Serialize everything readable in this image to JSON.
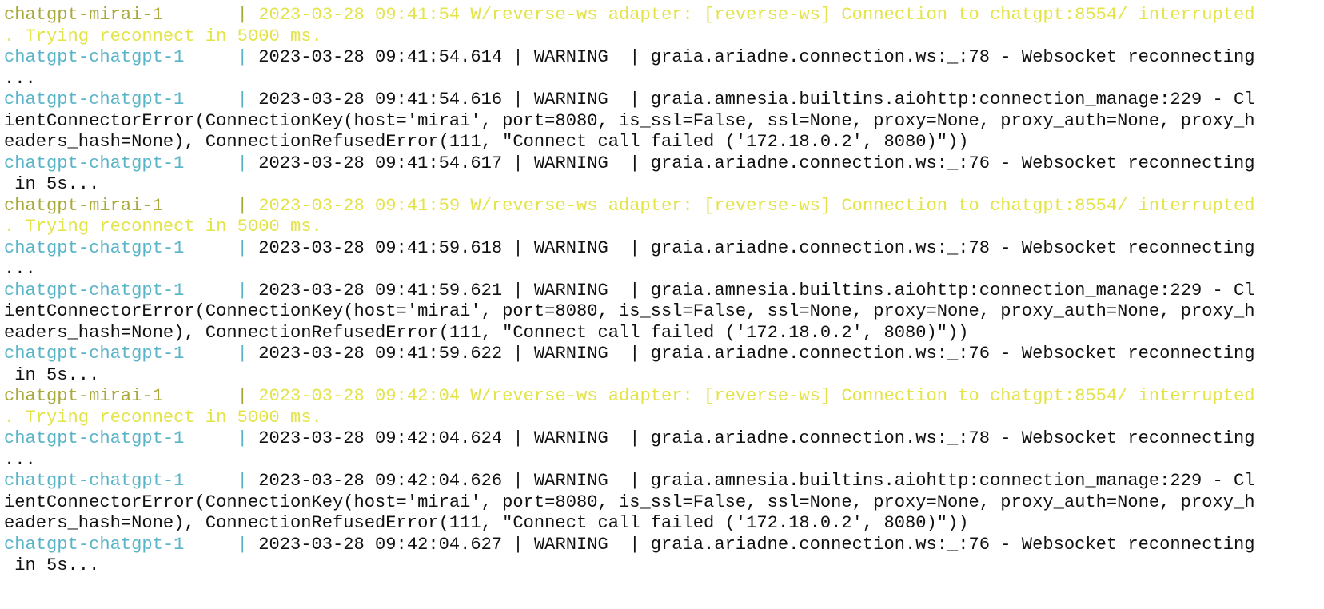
{
  "colors": {
    "background": "#ffffff",
    "text": "#111111",
    "mirai_prefix": "#a9a83a",
    "mirai_text": "#e3e34a",
    "chatgpt_prefix": "#5ab4c8"
  },
  "log": {
    "entries": [
      {
        "service": "chatgpt-mirai-1",
        "kind": "mirai",
        "lines": [
          "2023-03-28 09:41:54 W/reverse-ws adapter: [reverse-ws] Connection to chatgpt:8554/ interrupted",
          ". Trying reconnect in 5000 ms."
        ]
      },
      {
        "service": "chatgpt-chatgpt-1",
        "kind": "chatgpt",
        "lines": [
          "2023-03-28 09:41:54.614 | WARNING  | graia.ariadne.connection.ws:_:78 - Websocket reconnecting",
          "..."
        ]
      },
      {
        "service": "chatgpt-chatgpt-1",
        "kind": "chatgpt",
        "lines": [
          "2023-03-28 09:41:54.616 | WARNING  | graia.amnesia.builtins.aiohttp:connection_manage:229 - Cl",
          "ientConnectorError(ConnectionKey(host='mirai', port=8080, is_ssl=False, ssl=None, proxy=None, proxy_auth=None, proxy_h",
          "eaders_hash=None), ConnectionRefusedError(111, \"Connect call failed ('172.18.0.2', 8080)\"))"
        ]
      },
      {
        "service": "chatgpt-chatgpt-1",
        "kind": "chatgpt",
        "lines": [
          "2023-03-28 09:41:54.617 | WARNING  | graia.ariadne.connection.ws:_:76 - Websocket reconnecting",
          " in 5s..."
        ]
      },
      {
        "service": "chatgpt-mirai-1",
        "kind": "mirai",
        "lines": [
          "2023-03-28 09:41:59 W/reverse-ws adapter: [reverse-ws] Connection to chatgpt:8554/ interrupted",
          ". Trying reconnect in 5000 ms."
        ]
      },
      {
        "service": "chatgpt-chatgpt-1",
        "kind": "chatgpt",
        "lines": [
          "2023-03-28 09:41:59.618 | WARNING  | graia.ariadne.connection.ws:_:78 - Websocket reconnecting",
          "..."
        ]
      },
      {
        "service": "chatgpt-chatgpt-1",
        "kind": "chatgpt",
        "lines": [
          "2023-03-28 09:41:59.621 | WARNING  | graia.amnesia.builtins.aiohttp:connection_manage:229 - Cl",
          "ientConnectorError(ConnectionKey(host='mirai', port=8080, is_ssl=False, ssl=None, proxy=None, proxy_auth=None, proxy_h",
          "eaders_hash=None), ConnectionRefusedError(111, \"Connect call failed ('172.18.0.2', 8080)\"))"
        ]
      },
      {
        "service": "chatgpt-chatgpt-1",
        "kind": "chatgpt",
        "lines": [
          "2023-03-28 09:41:59.622 | WARNING  | graia.ariadne.connection.ws:_:76 - Websocket reconnecting",
          " in 5s..."
        ]
      },
      {
        "service": "chatgpt-mirai-1",
        "kind": "mirai",
        "lines": [
          "2023-03-28 09:42:04 W/reverse-ws adapter: [reverse-ws] Connection to chatgpt:8554/ interrupted",
          ". Trying reconnect in 5000 ms."
        ]
      },
      {
        "service": "chatgpt-chatgpt-1",
        "kind": "chatgpt",
        "lines": [
          "2023-03-28 09:42:04.624 | WARNING  | graia.ariadne.connection.ws:_:78 - Websocket reconnecting",
          "..."
        ]
      },
      {
        "service": "chatgpt-chatgpt-1",
        "kind": "chatgpt",
        "lines": [
          "2023-03-28 09:42:04.626 | WARNING  | graia.amnesia.builtins.aiohttp:connection_manage:229 - Cl",
          "ientConnectorError(ConnectionKey(host='mirai', port=8080, is_ssl=False, ssl=None, proxy=None, proxy_auth=None, proxy_h",
          "eaders_hash=None), ConnectionRefusedError(111, \"Connect call failed ('172.18.0.2', 8080)\"))"
        ]
      },
      {
        "service": "chatgpt-chatgpt-1",
        "kind": "chatgpt",
        "lines": [
          "2023-03-28 09:42:04.627 | WARNING  | graia.ariadne.connection.ws:_:76 - Websocket reconnecting",
          " in 5s..."
        ]
      }
    ]
  }
}
